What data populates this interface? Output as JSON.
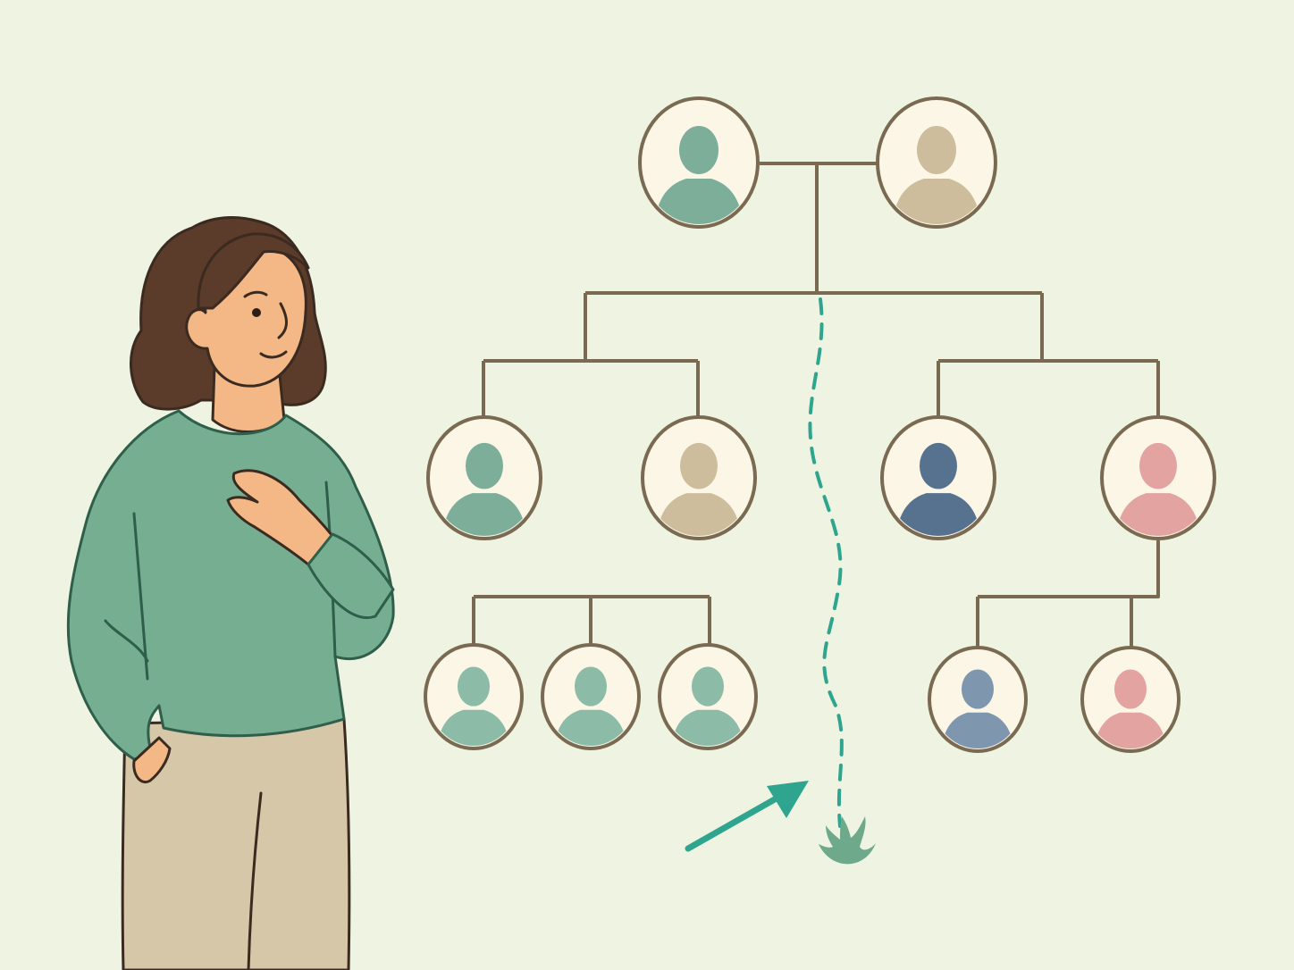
{
  "colors": {
    "background": "#EEF4E1",
    "line": "#7A6A52",
    "node_fill": "#FBF6E6",
    "teal_figure": "#7DAE9A",
    "teal_light": "#8CBCA8",
    "tan_figure": "#CDBD9C",
    "navy_figure": "#56728F",
    "navy_light": "#7F97AE",
    "pink_figure": "#E3A3A0",
    "path_accent": "#2FA590",
    "sweater": "#76AE92",
    "sweater_outline": "#2F5E4A",
    "pants": "#D5C7A8",
    "skin": "#F3B886",
    "hair": "#5B3B2A",
    "plant": "#6FA98C"
  },
  "tree": {
    "generations": [
      {
        "level": "grandparents",
        "members": [
          "teal",
          "tan"
        ]
      },
      {
        "level": "parents",
        "members": [
          "teal",
          "tan",
          "navy",
          "pink"
        ]
      },
      {
        "level": "children",
        "members": [
          "teal_light",
          "teal_light",
          "teal_light",
          "navy_light",
          "pink"
        ]
      }
    ],
    "icons": [
      "person-silhouette-icon",
      "arrow-icon",
      "sprout-icon"
    ]
  },
  "figure": {
    "pose": "hand-on-heart",
    "icon": "woman-figure-icon"
  }
}
